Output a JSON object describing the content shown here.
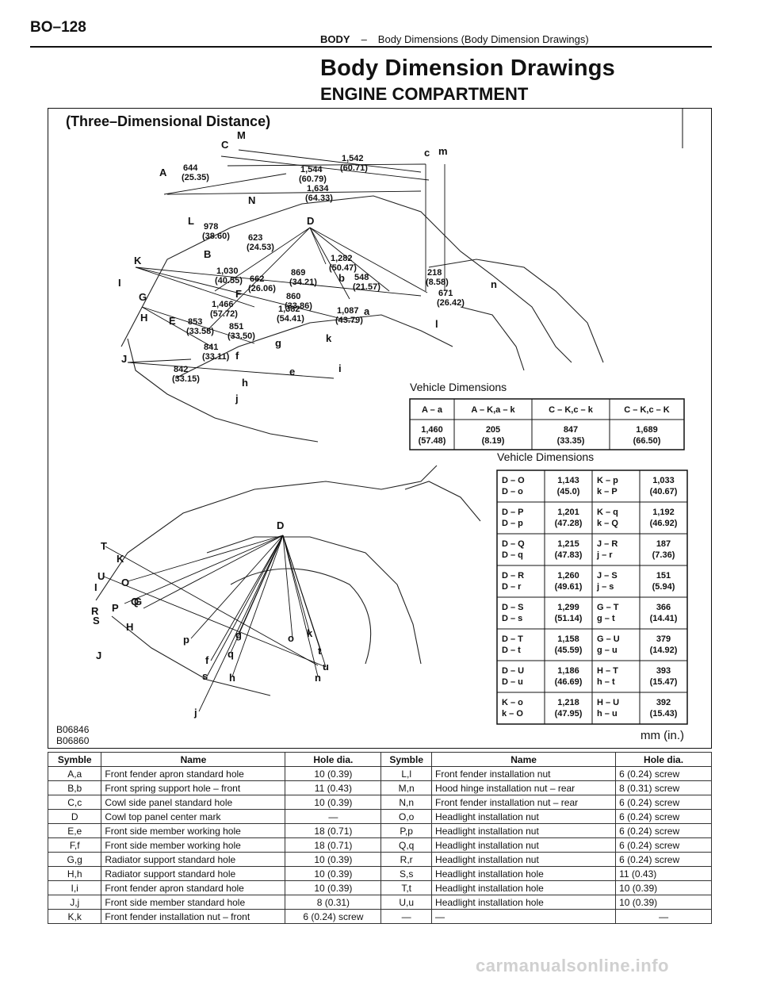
{
  "header": {
    "page_number": "BO–128",
    "section": "BODY",
    "separator": "–",
    "breadcrumb": "Body Dimensions (Body Dimension Drawings)"
  },
  "title": "Body Dimension Drawings",
  "subtitle": "ENGINE COMPARTMENT",
  "figure": {
    "caption": "(Three–Dimensional  Distance)",
    "code1": "B06846",
    "code2": "B06860",
    "units": "mm (in.)",
    "upper_points": [
      "A",
      "C",
      "M",
      "N",
      "L",
      "B",
      "D",
      "K",
      "I",
      "G",
      "H",
      "E",
      "J",
      "F",
      "b",
      "a",
      "k",
      "f",
      "g",
      "e",
      "i",
      "h",
      "j",
      "c",
      "m",
      "n",
      "l"
    ],
    "upper_dims": [
      {
        "mm": "644",
        "in": "(25.35)"
      },
      {
        "mm": "1,542",
        "in": "(60.71)"
      },
      {
        "mm": "1,544",
        "in": "(60.79)"
      },
      {
        "mm": "1,634",
        "in": "(64.33)"
      },
      {
        "mm": "978",
        "in": "(38.60)"
      },
      {
        "mm": "623",
        "in": "(24.53)"
      },
      {
        "mm": "1,282",
        "in": "(50.47)"
      },
      {
        "mm": "1,030",
        "in": "(40.55)"
      },
      {
        "mm": "662",
        "in": "(26.06)"
      },
      {
        "mm": "869",
        "in": "(34.21)"
      },
      {
        "mm": "548",
        "in": "(21.57)"
      },
      {
        "mm": "218",
        "in": "(8.58)"
      },
      {
        "mm": "860",
        "in": "(33.86)"
      },
      {
        "mm": "671",
        "in": "(26.42)"
      },
      {
        "mm": "1,466",
        "in": "(57.72)"
      },
      {
        "mm": "1,382",
        "in": "(54.41)"
      },
      {
        "mm": "1,087",
        "in": "(43.79)"
      },
      {
        "mm": "853",
        "in": "(33.58)"
      },
      {
        "mm": "851",
        "in": "(33.50)"
      },
      {
        "mm": "841",
        "in": "(33.11)"
      },
      {
        "mm": "842",
        "in": "(33.15)"
      }
    ],
    "vehicle_dims_title": "Vehicle Dimensions",
    "vehicle_dims_1": {
      "headers": [
        "A – a",
        "A – K,a – k",
        "C – K,c – k",
        "C – K,c – K"
      ],
      "mm": [
        "1,460",
        "205",
        "847",
        "1,689"
      ],
      "in": [
        "(57.48)",
        "(8.19)",
        "(33.35)",
        "(66.50)"
      ]
    },
    "vehicle_dims_2": [
      {
        "p1": "D – O",
        "p2": "D – o",
        "mm": "1,143",
        "in": "(45.0)",
        "q1": "K – p",
        "q2": "k – P",
        "mm2": "1,033",
        "in2": "(40.67)"
      },
      {
        "p1": "D – P",
        "p2": "D – p",
        "mm": "1,201",
        "in": "(47.28)",
        "q1": "K – q",
        "q2": "k – Q",
        "mm2": "1,192",
        "in2": "(46.92)"
      },
      {
        "p1": "D – Q",
        "p2": "D – q",
        "mm": "1,215",
        "in": "(47.83)",
        "q1": "J – R",
        "q2": "j – r",
        "mm2": "187",
        "in2": "(7.36)"
      },
      {
        "p1": "D – R",
        "p2": "D – r",
        "mm": "1,260",
        "in": "(49.61)",
        "q1": "J – S",
        "q2": "j – s",
        "mm2": "151",
        "in2": "(5.94)"
      },
      {
        "p1": "D – S",
        "p2": "D – s",
        "mm": "1,299",
        "in": "(51.14)",
        "q1": "G – T",
        "q2": "g – t",
        "mm2": "366",
        "in2": "(14.41)"
      },
      {
        "p1": "D – T",
        "p2": "D – t",
        "mm": "1,158",
        "in": "(45.59)",
        "q1": "G – U",
        "q2": "g – u",
        "mm2": "379",
        "in2": "(14.92)"
      },
      {
        "p1": "D – U",
        "p2": "D – u",
        "mm": "1,186",
        "in": "(46.69)",
        "q1": "H – T",
        "q2": "h – t",
        "mm2": "393",
        "in2": "(15.47)"
      },
      {
        "p1": "K – o",
        "p2": "k – O",
        "mm": "1,218",
        "in": "(47.95)",
        "q1": "H – U",
        "q2": "h – u",
        "mm2": "392",
        "in2": "(15.43)"
      }
    ],
    "lower_points": [
      "D",
      "T",
      "K",
      "U",
      "I",
      "O",
      "Q",
      "G",
      "R",
      "S",
      "P",
      "H",
      "J",
      "p",
      "g",
      "q",
      "f",
      "h",
      "s",
      "o",
      "k",
      "t",
      "u",
      "n",
      "j"
    ]
  },
  "table": {
    "headers": [
      "Symble",
      "Name",
      "Hole dia.",
      "Symble",
      "Name",
      "Hole dia."
    ],
    "rows": [
      [
        "A,a",
        "Front fender apron standard hole",
        "10 (0.39)",
        "L,l",
        "Front fender installation nut",
        "6 (0.24) screw"
      ],
      [
        "B,b",
        "Front spring support hole – front",
        "11 (0.43)",
        "M,n",
        "Hood hinge installation nut – rear",
        "8 (0.31) screw"
      ],
      [
        "C,c",
        "Cowl side panel standard hole",
        "10 (0.39)",
        "N,n",
        "Front fender installation nut – rear",
        "6 (0.24) screw"
      ],
      [
        "D",
        "Cowl top panel center mark",
        "—",
        "O,o",
        "Headlight installation nut",
        "6 (0.24) screw"
      ],
      [
        "E,e",
        "Front side member working hole",
        "18 (0.71)",
        "P,p",
        "Headlight installation nut",
        "6 (0.24) screw"
      ],
      [
        "F,f",
        "Front side member working hole",
        "18 (0.71)",
        "Q,q",
        "Headlight installation nut",
        "6 (0.24) screw"
      ],
      [
        "G,g",
        "Radiator support standard hole",
        "10 (0.39)",
        "R,r",
        "Headlight installation nut",
        "6 (0.24) screw"
      ],
      [
        "H,h",
        "Radiator support standard hole",
        "10 (0.39)",
        "S,s",
        "Headlight installation hole",
        "11 (0.43)"
      ],
      [
        "I,i",
        "Front fender apron standard hole",
        "10 (0.39)",
        "T,t",
        "Headlight installation hole",
        "10 (0.39)"
      ],
      [
        "J,j",
        "Front side member standard hole",
        "8 (0.31)",
        "U,u",
        "Headlight installation hole",
        "10 (0.39)"
      ],
      [
        "K,k",
        "Front fender installation nut – front",
        "6 (0.24) screw",
        "—",
        "—",
        "—"
      ]
    ]
  },
  "watermark": "carmanualsonline.info"
}
